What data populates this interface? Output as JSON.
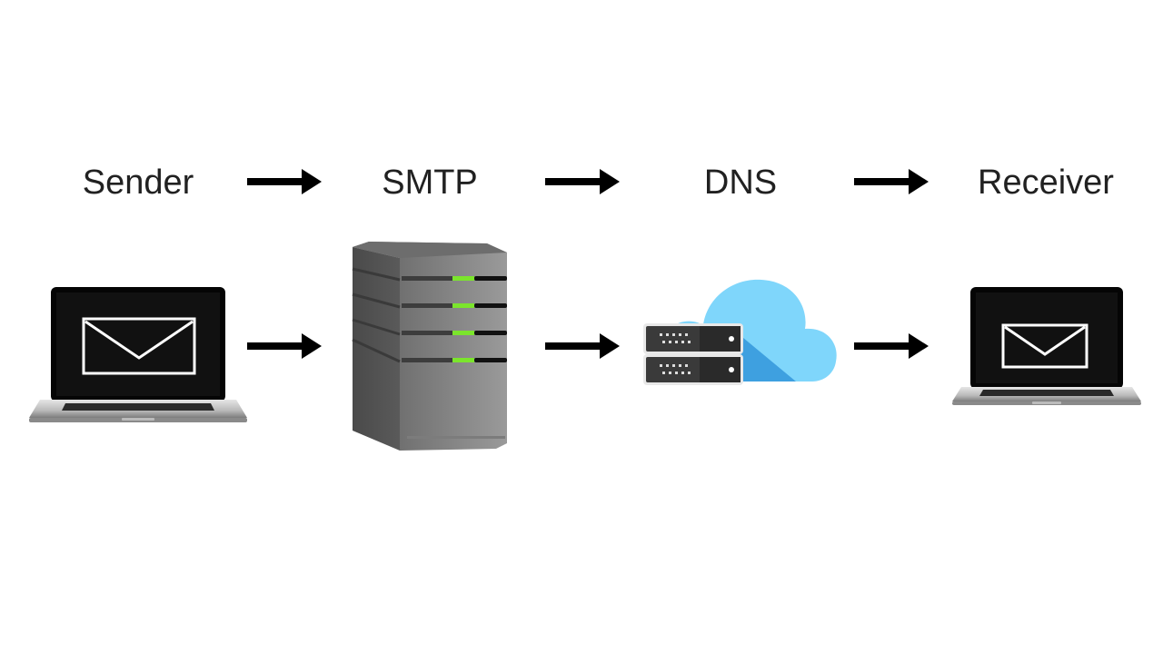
{
  "diagram": {
    "title": "Email delivery flow",
    "stages": [
      {
        "id": "sender",
        "label": "Sender",
        "icon": "laptop-envelope-icon"
      },
      {
        "id": "smtp",
        "label": "SMTP",
        "icon": "server-tower-icon"
      },
      {
        "id": "dns",
        "label": "DNS",
        "icon": "cloud-server-icon"
      },
      {
        "id": "receiver",
        "label": "Receiver",
        "icon": "laptop-envelope-icon"
      }
    ],
    "edges": [
      {
        "from": "sender",
        "to": "smtp"
      },
      {
        "from": "smtp",
        "to": "dns"
      },
      {
        "from": "dns",
        "to": "receiver"
      }
    ],
    "colors": {
      "text": "#212121",
      "arrow": "#000000",
      "server_led": "#7be52c",
      "cloud_light": "#7fd6fb",
      "cloud_dark": "#3ea0e0",
      "rack": "#3a3a3a"
    }
  }
}
